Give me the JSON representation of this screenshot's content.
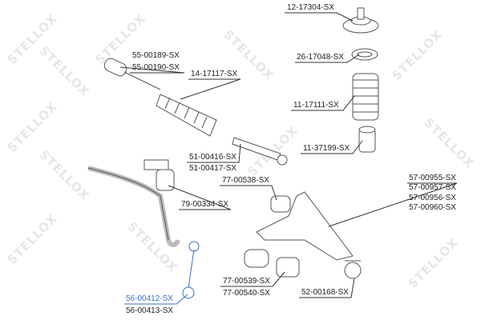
{
  "watermark": "STELLOX",
  "highlight_color": "#3a6fc4",
  "parts": {
    "strut_mount": "12-17304-SX",
    "bearing": "26-17048-SX",
    "tie_rod_inner_1": "55-00189-SX",
    "tie_rod_inner_2": "55-00190-SX",
    "steering_boot": "14-17117-SX",
    "strut_boot": "11-17111-SX",
    "bump_stop": "11-37199-SX",
    "tie_rod_end_1": "51-00416-SX",
    "tie_rod_end_2": "51-00417-SX",
    "arm_bushing_front": "77-00538-SX",
    "control_arm_1": "57-00955-SX",
    "control_arm_2": "57-00957-SX",
    "control_arm_3": "57-00956-SX",
    "control_arm_4": "57-00960-SX",
    "stabilizer_bushing": "79-00334-SX",
    "arm_bushing_rear_1": "77-00539-SX",
    "arm_bushing_rear_2": "77-00540-SX",
    "ball_joint": "52-00168-SX",
    "stabilizer_link_1": "56-00412-SX",
    "stabilizer_link_2": "56-00413-SX"
  }
}
